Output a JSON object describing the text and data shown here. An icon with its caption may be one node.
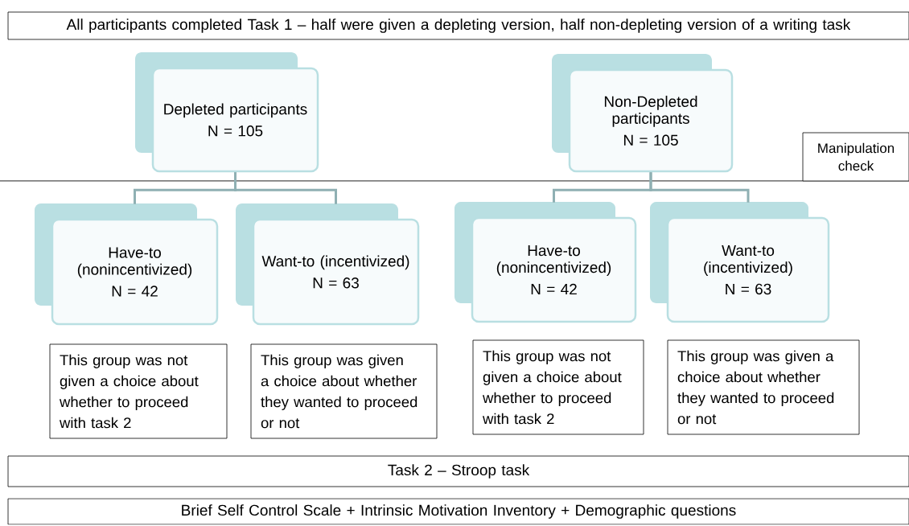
{
  "diagram": {
    "nodes": [
      {
        "text": [
          "All participants completed Task 1 – half were given a depleting version, half non-depleting version of a writing task"
        ]
      },
      {
        "text": [
          "Depleted participants",
          "N = 105"
        ]
      },
      {
        "text": [
          "Non-Depleted participants",
          "N = 105"
        ]
      },
      {
        "text": [
          "Manipulation check"
        ]
      },
      {
        "text": [
          "Have-to (nonincentivized)",
          "N = 42"
        ]
      },
      {
        "text": [
          "Want-to (incentivized)",
          "N = 63"
        ]
      },
      {
        "text": [
          "Have-to (nonincentivized)",
          "N = 42"
        ]
      },
      {
        "text": [
          "Want-to (incentivized)",
          "N = 63"
        ]
      },
      {
        "text": [
          "This group was not given a choice about whether to proceed with task 2"
        ]
      },
      {
        "text": [
          "This group was given a choice about whether they wanted to proceed or not"
        ]
      },
      {
        "text": [
          "This group was not given a choice about whether to proceed with task 2"
        ]
      },
      {
        "text": [
          "This group was given a choice about whether they wanted to proceed or not"
        ]
      },
      {
        "text": [
          "Task 2 – Stroop task"
        ]
      },
      {
        "text": [
          "Brief Self Control Scale + Intrinsic Motivation Inventory + Demographic questions"
        ]
      }
    ],
    "edges": [
      {
        "from": 1,
        "to": 4,
        "arrow": "none"
      },
      {
        "from": 1,
        "to": 5,
        "arrow": "none"
      },
      {
        "from": 2,
        "to": 6,
        "arrow": "none"
      },
      {
        "from": 2,
        "to": 7,
        "arrow": "none"
      }
    ]
  }
}
